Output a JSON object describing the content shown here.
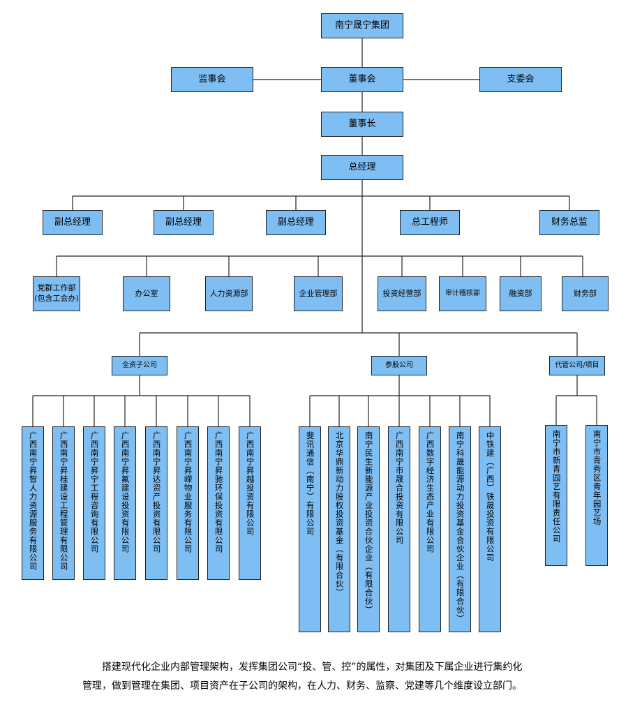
{
  "top": {
    "group": "南宁晟宁集团"
  },
  "board_row": {
    "supervisors": "监事会",
    "board": "董事会",
    "party": "支委会"
  },
  "chairman": "董事长",
  "gm": "总经理",
  "deputies": [
    "副总经理",
    "副总经理",
    "副总经理",
    "总工程师",
    "财务总监"
  ],
  "departments": [
    "党群工作部\n(包含工会办)",
    "办公室",
    "人力资源部",
    "企业管理部",
    "投资经营部",
    "审计稽核部",
    "融资部",
    "财务部"
  ],
  "categories": [
    "全资子公司",
    "参股公司",
    "代管公司/项目"
  ],
  "wholly_owned": [
    "广西南宁昇智人力资源服务有限公司",
    "广西南宁昇桂建设工程管理有限公司",
    "广西南宁昇宁工程咨询有限公司",
    "广西南宁昇氟建设投资有限公司",
    "广西南宁昇达资产投资有限公司",
    "广西南宁昇嵘物业服务有限公司",
    "广西南宁昇驰环保投资有限公司",
    "广西南宁昇越投资有限公司"
  ],
  "equity_participation": [
    "斐讯通信︵南宁︶有限公司",
    "北京华鼎新动力股权投资基金︵有限合伙︶",
    "南宁民生新能源产业投资合伙企业︵有限合伙︶",
    "广西南宁市晟合投资有限公司",
    "广西数字经济生态产业有限公司",
    "南宁科晟能源动力投资基金合伙企业︵有限合伙︶",
    "中铁建︵广西︶铁晟投资有限公司"
  ],
  "managed": [
    "南宁市新青园艺有限责任公司",
    "南宁市青秀区青年园艺场"
  ],
  "caption": {
    "line1": "搭建现代化企业内部管理架构，发挥集团公司“投、管、控”的属性，对集团及下属企业进行集约化",
    "line2": "管理，做到管理在集团、项目资产在子公司的架构，在人力、财务、监察、党建等几个维度设立部门。"
  },
  "colors": {
    "box_fill": "#7fbef3",
    "box_border": "#222222",
    "connector": "#222222"
  }
}
